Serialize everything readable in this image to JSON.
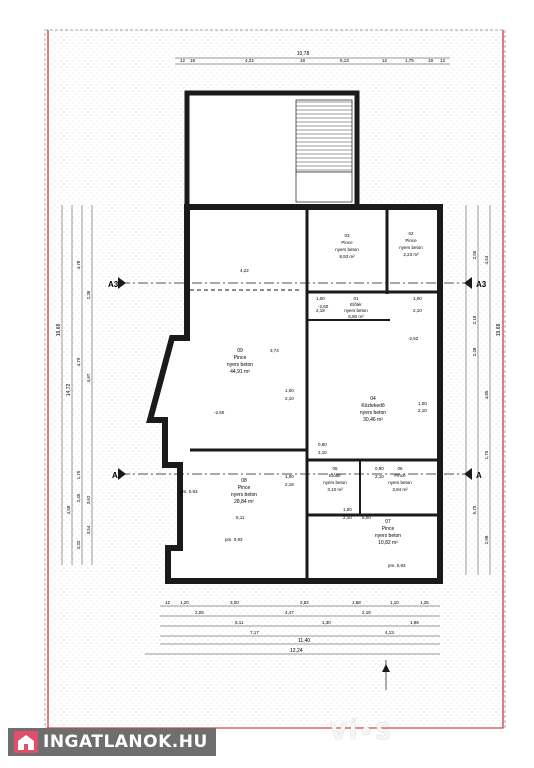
{
  "plan": {
    "dims_top": [
      "12",
      "18",
      "4,22",
      "18",
      "5,13",
      "12",
      "1,75",
      "18",
      "12"
    ],
    "dims_top_total": "10,78",
    "dims_bottom_1": [
      "12",
      "1,20",
      "3,00",
      "2,82",
      "1,68",
      "1,10",
      "1,25"
    ],
    "dims_bottom_2": [
      "2,05",
      "4,47",
      "2,18"
    ],
    "dims_bottom_3": [
      "5,11",
      "1,30",
      "1,98"
    ],
    "dims_bottom_4": [
      "7,17",
      "4,13"
    ],
    "dims_bottom_5": "11,40",
    "dims_bottom_6": "12,24",
    "dims_left": [
      "4,78",
      "2,36",
      "4,79",
      "4,67",
      "1,75",
      "4,58",
      "3,62",
      "2,45",
      "3,54",
      "3,32"
    ],
    "dims_left_total": [
      "19,68",
      "14,72"
    ],
    "dims_right": [
      "2,55",
      "4,54",
      "2,18",
      "2,48",
      "4,85",
      "1,75",
      "5,75",
      "2,98"
    ],
    "dims_right_total": "19,68",
    "section_marks": [
      "A3",
      "A3",
      "A",
      "A"
    ],
    "rooms": [
      {
        "num": "03",
        "name": "Pince",
        "label": "nyers beton",
        "area": "8,93 m²"
      },
      {
        "num": "02",
        "name": "Pince",
        "label": "nyers beton",
        "area": "2,23 m²"
      },
      {
        "num": "01",
        "name": "Előtér",
        "label": "nyers beton",
        "area": "5,80 m²"
      },
      {
        "num": "09",
        "name": "Pince",
        "label": "nyers beton",
        "area": "44,91 m²"
      },
      {
        "num": "04",
        "name": "Közlekedő",
        "label": "nyers beton",
        "area": "30,46 m²"
      },
      {
        "num": "05",
        "name": "Előtér",
        "label": "nyers beton",
        "area": "3,10 m²"
      },
      {
        "num": "06",
        "name": "Pince",
        "label": "nyers beton",
        "area": "3,94 m²"
      },
      {
        "num": "08",
        "name": "Pince",
        "label": "nyers beton",
        "area": "28,84 m²"
      },
      {
        "num": "07",
        "name": "Pince",
        "label": "nyers beton",
        "area": "10,82 m²"
      }
    ],
    "levels": [
      "-2,60",
      "-2,60",
      "-2,52"
    ],
    "openings": [
      "1,00",
      "2,10",
      "1,00",
      "2,18",
      "1,00",
      "2,10",
      "1,00",
      "2,18",
      "1,00",
      "2,10",
      "0,80",
      "2,10",
      "0,90",
      "2,10",
      "1,00",
      "2,10",
      "3,74",
      "4,22",
      "5,00",
      "5,11"
    ],
    "notes": [
      "pm. 0,93",
      "pm. 0,93",
      "pm. 0,93"
    ]
  },
  "brand": {
    "logo_text": "INGATLANOK.HU",
    "watermark": "VÍ•S"
  },
  "colors": {
    "border_red": "#c8141e",
    "wall": "#1a1a1a",
    "hatch": "#b8b8b8",
    "logo_bg": "#6e6e6e"
  }
}
